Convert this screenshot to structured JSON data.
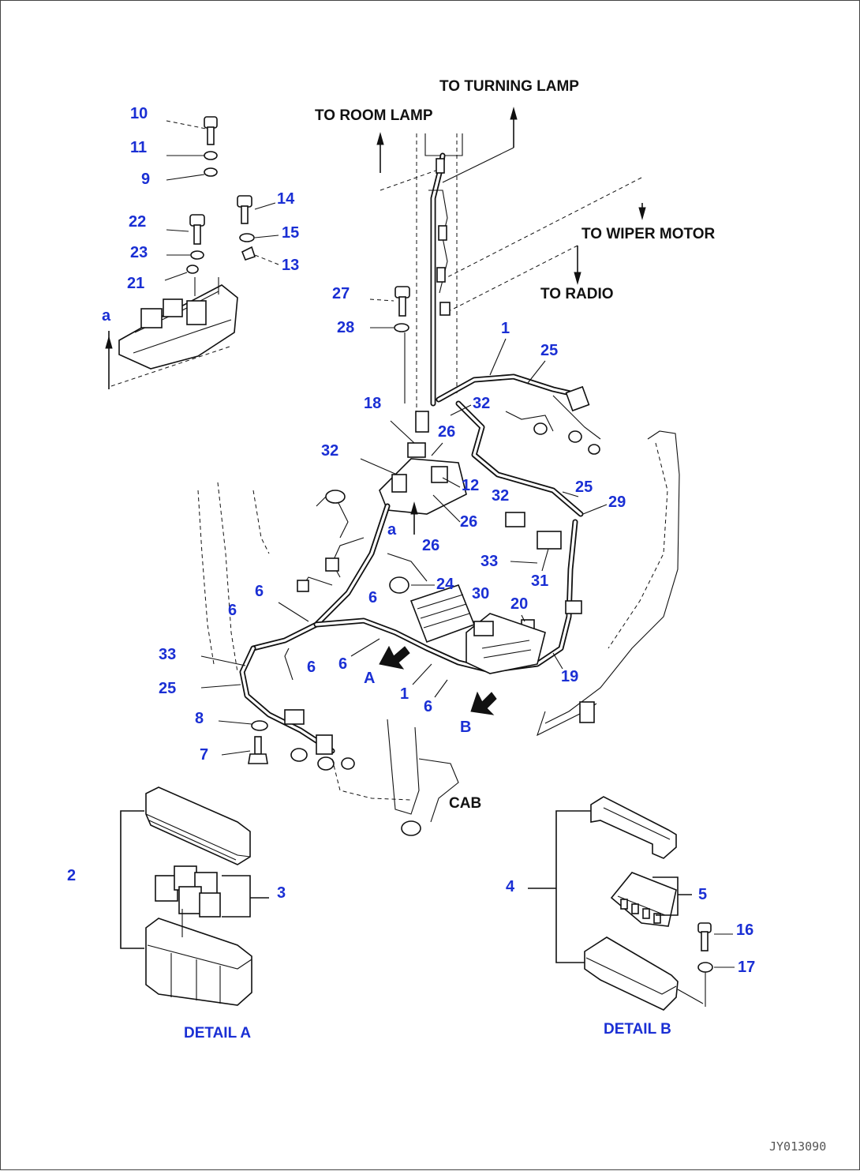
{
  "destinations": {
    "turning_lamp": "TO TURNING LAMP",
    "room_lamp": "TO ROOM LAMP",
    "wiper_motor": "TO WIPER MOTOR",
    "radio": "TO RADIO"
  },
  "labels": {
    "cab": "CAB",
    "view_a": "A",
    "view_b": "B",
    "detail_a": "DETAIL A",
    "detail_b": "DETAIL B",
    "ref_a_upper": "a",
    "ref_a_lower": "a",
    "drawing_code": "JY013090"
  },
  "callouts": {
    "c10": "10",
    "c11": "11",
    "c9": "9",
    "c22": "22",
    "c23": "23",
    "c21": "21",
    "c14": "14",
    "c15": "15",
    "c13": "13",
    "c27": "27",
    "c28": "28",
    "c1_top": "1",
    "c25_top": "25",
    "c32_top": "32",
    "c18": "18",
    "c26_top": "26",
    "c32_left": "32",
    "c12": "12",
    "c32_mid": "32",
    "c25_mid": "25",
    "c29": "29",
    "c26_mid": "26",
    "c26_low": "26",
    "c33_right": "33",
    "c31": "31",
    "c24": "24",
    "c30": "30",
    "c20": "20",
    "c6_a": "6",
    "c6_b": "6",
    "c6_c": "6",
    "c6_d": "6",
    "c6_e": "6",
    "c6_f": "6",
    "c33_left": "33",
    "c25_left": "25",
    "c1_low": "1",
    "c19": "19",
    "c8": "8",
    "c7": "7",
    "c2": "2",
    "c3": "3",
    "c4": "4",
    "c5": "5",
    "c16": "16",
    "c17": "17"
  }
}
